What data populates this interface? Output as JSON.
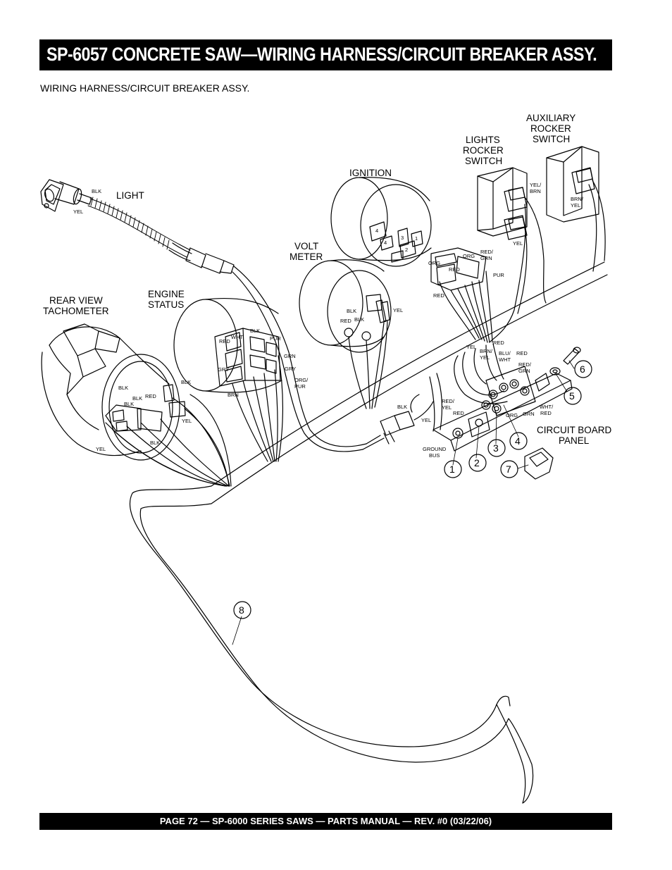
{
  "header": {
    "title": "SP-6057 CONCRETE SAW—WIRING HARNESS/CIRCUIT BREAKER ASSY."
  },
  "subtitle": "WIRING HARNESS/CIRCUIT BREAKER ASSY.",
  "footer": "PAGE 72 — SP-6000 SERIES SAWS  — PARTS MANUAL — REV. #0 (03/22/06)",
  "labels": {
    "light": "LIGHT",
    "ignition": "IGNITION",
    "volt_meter": [
      "VOLT",
      "METER"
    ],
    "rear_view_tachometer": [
      "REAR VIEW",
      "TACHOMETER"
    ],
    "engine_status": [
      "ENGINE",
      "STATUS"
    ],
    "lights_rocker_switch": [
      "LIGHTS",
      "ROCKER",
      "SWITCH"
    ],
    "auxiliary_rocker_switch": [
      "AUXILIARY",
      "ROCKER",
      "SWITCH"
    ],
    "circuit_board_panel": [
      "CIRCUIT BOARD",
      "PANEL"
    ],
    "ground_bus": [
      "GROUND",
      "BUS"
    ]
  },
  "wire_labels": {
    "light_blk": "BLK",
    "light_yel": "YEL",
    "ign_org1": "ORG",
    "ign_org2": "ORG",
    "ign_redgrn": [
      "RED/",
      "GRN"
    ],
    "ign_red1": "RED",
    "ign_red2": "RED",
    "ign_pur": "PUR",
    "ign_pin4a": "4",
    "ign_pin4b": "4",
    "ign_pin3": "3",
    "ign_pin1": "1",
    "ign_pin2": "2",
    "lrs_yelbrn": [
      "YEL/",
      "BRN"
    ],
    "lrs_yel": "YEL",
    "aux_brnyel": [
      "BRN/",
      "YEL"
    ],
    "vm_blk1": "BLK",
    "vm_blk2": "BLK",
    "vm_red": "RED",
    "vm_yel": "YEL",
    "es_blk": "BLK",
    "es_wht": "WHT",
    "es_red": "RED",
    "es_pur": "PUR",
    "es_grn": "GRN",
    "es_gry1": "GRY",
    "es_gry2": "GRY",
    "es_orgpur": [
      "ORG/",
      "PUR"
    ],
    "es_brn": "BRN",
    "tach_blk1": "BLK",
    "tach_blk2": "BLK",
    "tach_red": "RED",
    "tach_blk3": "BLK",
    "tach_blk4": "BLK",
    "tach_yel1": "YEL",
    "tach_yel2": "YEL",
    "tach_blk5": "BLK",
    "conn_blk": "BLK",
    "conn_yel": "YEL",
    "cb_yel": "YEL",
    "cb_brnyel": [
      "BRN/",
      "YEL"
    ],
    "cb_red1": "RED",
    "cb_bluwht": [
      "BLU/",
      "WHT"
    ],
    "cb_red2": "RED",
    "cb_redgrn": [
      "RED/",
      "GRN"
    ],
    "cb_redyel": [
      "RED/",
      "YEL"
    ],
    "cb_red3": "RED",
    "cb_org": "ORG",
    "cb_grn": "GRN",
    "cb_whtred": [
      "WHT/",
      "RED"
    ]
  },
  "callouts": [
    "1",
    "2",
    "3",
    "4",
    "5",
    "6",
    "7",
    "8"
  ]
}
